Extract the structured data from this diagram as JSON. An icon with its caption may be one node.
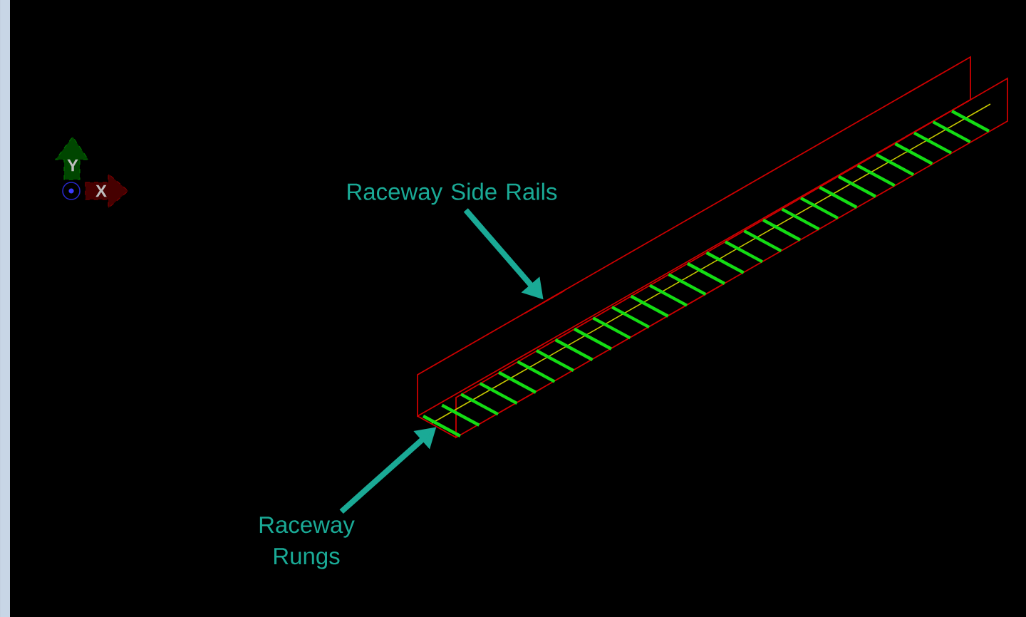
{
  "diagram": {
    "nodes": [
      {
        "text": [
          "Raceway Side Rails"
        ]
      },
      {
        "text": [],
        "shape": "picture"
      },
      {
        "text": [
          "Raceway Rungs"
        ]
      },
      {
        "text": [],
        "shape": "picture"
      }
    ],
    "edges": [
      {
        "from": 0,
        "to": 1,
        "arrow": "to"
      },
      {
        "from": 2,
        "to": 3,
        "arrow": "to"
      }
    ],
    "labels": [
      "Y",
      "X"
    ]
  }
}
